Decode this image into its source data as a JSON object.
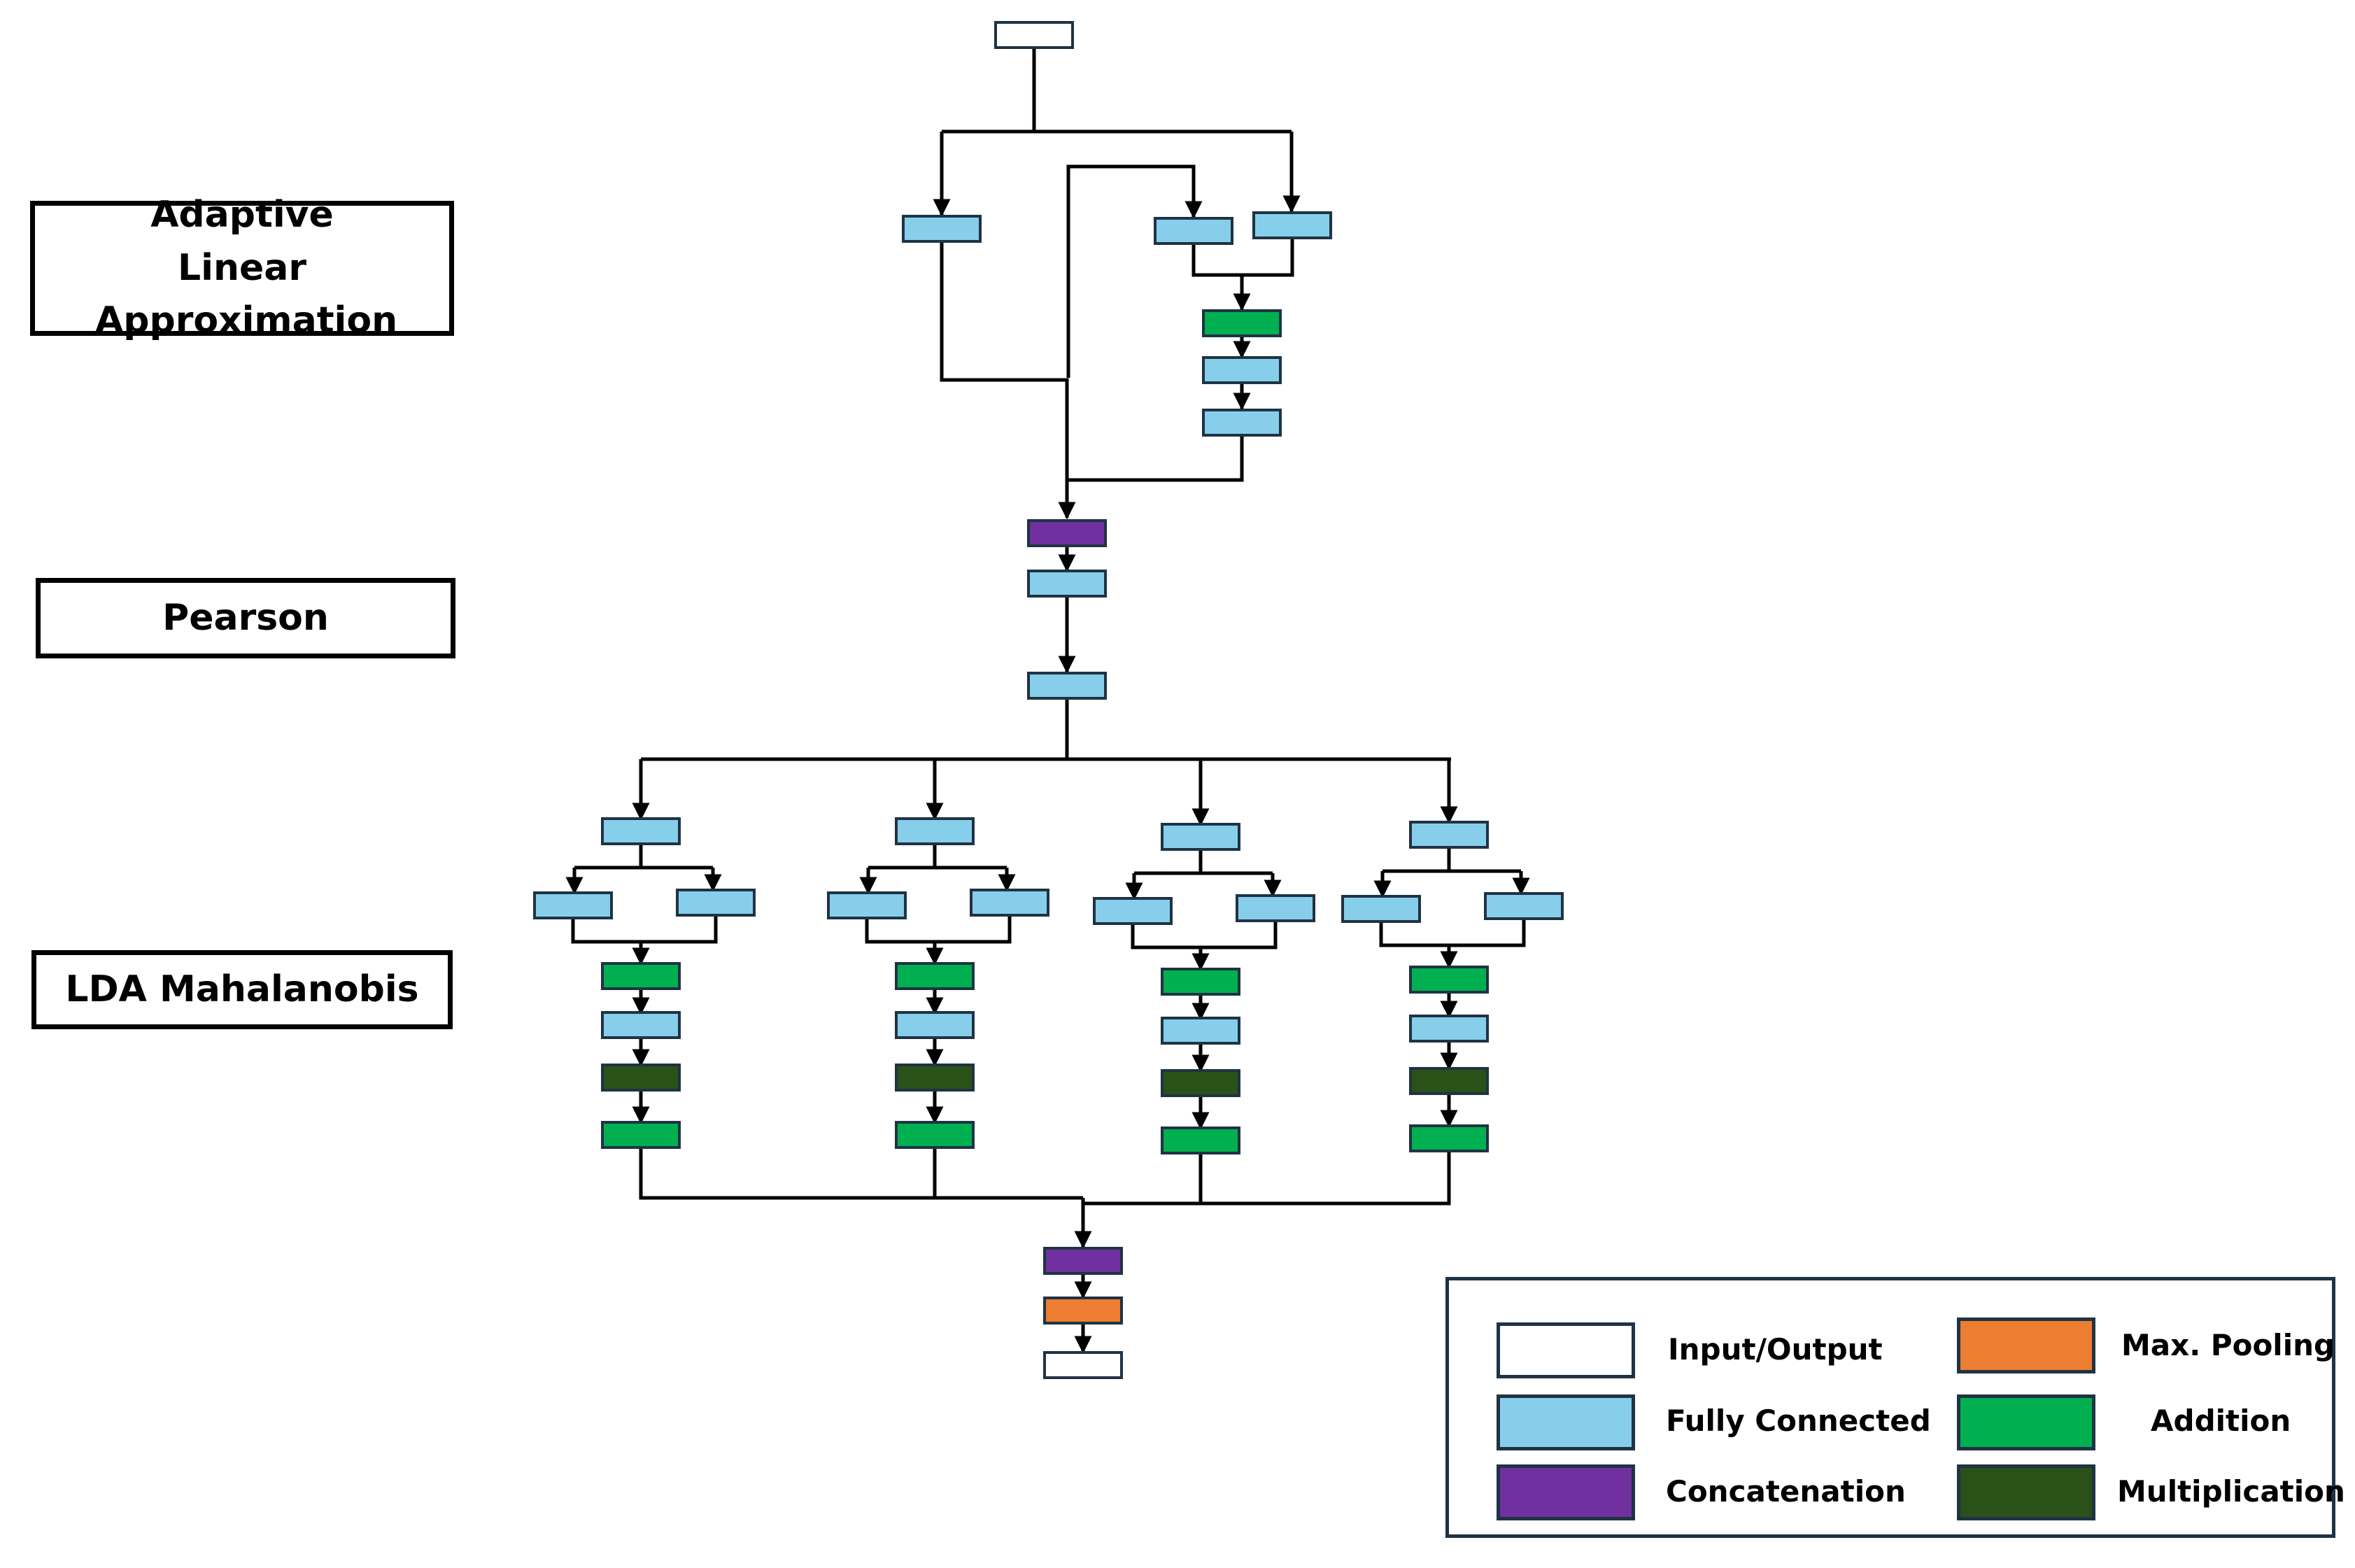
{
  "sections": [
    {
      "id": "ala",
      "label": "Adaptive Linear Approximation"
    },
    {
      "id": "pearson",
      "label": "Pearson"
    },
    {
      "id": "lda",
      "label": "LDA Mahalanobis"
    }
  ],
  "legend": [
    {
      "key": "io",
      "label": "Input/Output",
      "color": "#ffffff"
    },
    {
      "key": "fc",
      "label": "Fully Connected",
      "color": "#87ceeb"
    },
    {
      "key": "concat",
      "label": "Concatenation",
      "color": "#7030a0"
    },
    {
      "key": "maxpool",
      "label": "Max. Pooling",
      "color": "#ed7d31"
    },
    {
      "key": "add",
      "label": "Addition",
      "color": "#00b050"
    },
    {
      "key": "mul",
      "label": "Multiplication",
      "color": "#2a5118"
    }
  ],
  "colors": {
    "io": "#ffffff",
    "fc": "#87ceeb",
    "concat": "#7030a0",
    "maxpool": "#ed7d31",
    "add": "#00b050",
    "mul": "#2a5118",
    "stroke": "#1f3344",
    "edge": "#000000"
  }
}
